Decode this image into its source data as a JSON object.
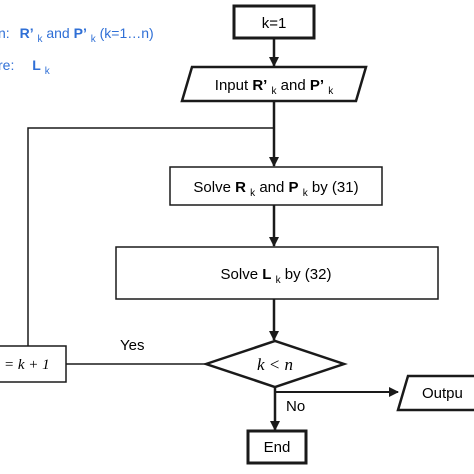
{
  "legend": {
    "input_prefix": "n:",
    "input_r": "R’",
    "input_k": "k",
    "input_and": " and ",
    "input_p": "P’",
    "input_range": " (k=1…n)",
    "output_prefix": "re:",
    "output_l": "L",
    "output_k": "k",
    "color": "#2f6fd6"
  },
  "nodes": {
    "start": {
      "text": "k=1"
    },
    "input": {
      "prefix": "Input ",
      "r": "R’",
      "k1": "k",
      "mid": " and ",
      "p": "P’",
      "k2": "k"
    },
    "solve_rp": {
      "prefix": "Solve ",
      "r": "R",
      "k1": "k",
      "mid": " and ",
      "p": "P",
      "k2": "k",
      "suffix": "  by (31)"
    },
    "solve_l": {
      "prefix": "Solve ",
      "l": "L",
      "k": "k",
      "suffix": " by (32)"
    },
    "increment": {
      "text": "= k + 1"
    },
    "decision": {
      "text": "k < n"
    },
    "output": {
      "text": "Outpu"
    },
    "end": {
      "text": "End"
    }
  },
  "edges": {
    "yes_label": "Yes",
    "no_label": "No"
  }
}
